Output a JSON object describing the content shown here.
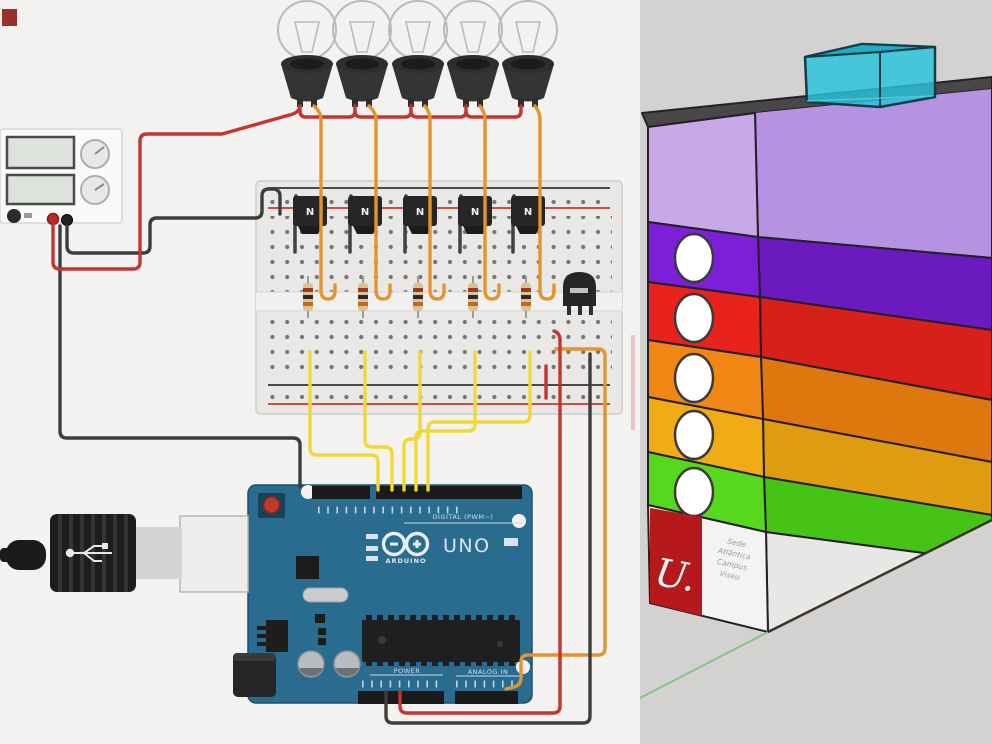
{
  "scene": {
    "left_bg": "#f3f2f1",
    "right_bg": "#d3d2d0",
    "corner_mark_color": "#8a1d15"
  },
  "circuit": {
    "arduino": {
      "brand": "ARDUINO",
      "model": "UNO",
      "digital_label": "DIGITAL (PWM~)",
      "power_label": "POWER",
      "analog_label": "ANALOG IN",
      "board_color": "#2a6b90"
    },
    "transistor_label": "N",
    "component_counts": {
      "light_bulbs": 5,
      "breadboard_transistors": 5,
      "resistors": 5
    },
    "wires": {
      "red": "#c43430",
      "dark": "#3d3d3b",
      "orange": "#e2952d",
      "yellow": "#efda35"
    },
    "breadboard": {
      "body": "#eae8e6",
      "rail_red": "#c94f43",
      "rail_dark": "#4a4a48"
    }
  },
  "building": {
    "window_color": "#ffffff",
    "roof_color": "#4a4846",
    "glass_color": "#2ac3da",
    "axis_color": "#7cc47c",
    "layers": [
      {
        "name": "lavender",
        "front": "#c8a8e8",
        "side": "#b693e1"
      },
      {
        "name": "violet",
        "front": "#7c1fd8",
        "side": "#6b1ac0"
      },
      {
        "name": "red",
        "front": "#e8231c",
        "side": "#d62019"
      },
      {
        "name": "orange",
        "front": "#f08613",
        "side": "#de780e"
      },
      {
        "name": "amber",
        "front": "#f0ac16",
        "side": "#df9c11"
      },
      {
        "name": "green",
        "front": "#55d81e",
        "side": "#47c317"
      },
      {
        "name": "base-white",
        "front": "#f5f3f1",
        "side": "#e9e7e5"
      }
    ],
    "logo": {
      "bg": "#b5191c",
      "monogram": "U.",
      "lines": [
        "Sede",
        "Atlântica",
        "Campus",
        "Viseu"
      ]
    }
  }
}
